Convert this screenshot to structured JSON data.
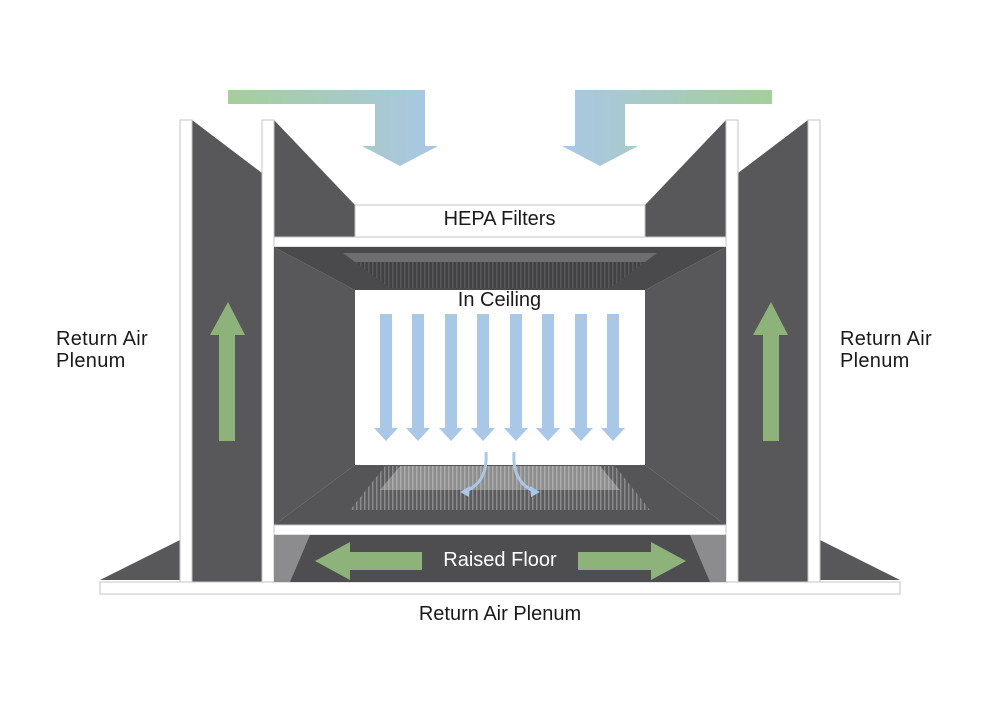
{
  "labels": {
    "hepa_filters": "HEPA Filters",
    "in_ceiling": "In Ceiling",
    "raised_floor": "Raised Floor",
    "return_air_plenum_bottom": "Return Air Plenum",
    "left_plenum_line1": "Return Air",
    "left_plenum_line2": "Plenum",
    "right_plenum_line1": "Return Air",
    "right_plenum_line2": "Plenum"
  },
  "colors": {
    "wall_dark": "#58585a",
    "wall_darker": "#3f3f41",
    "frame_white": "#ffffff",
    "frame_stroke": "#b9b9b9",
    "airflow_blue": "#a9c7e6",
    "return_green": "#8db27a",
    "inlet_gradient_start": "#a9c7e6",
    "inlet_gradient_end": "#a4cf9a"
  }
}
